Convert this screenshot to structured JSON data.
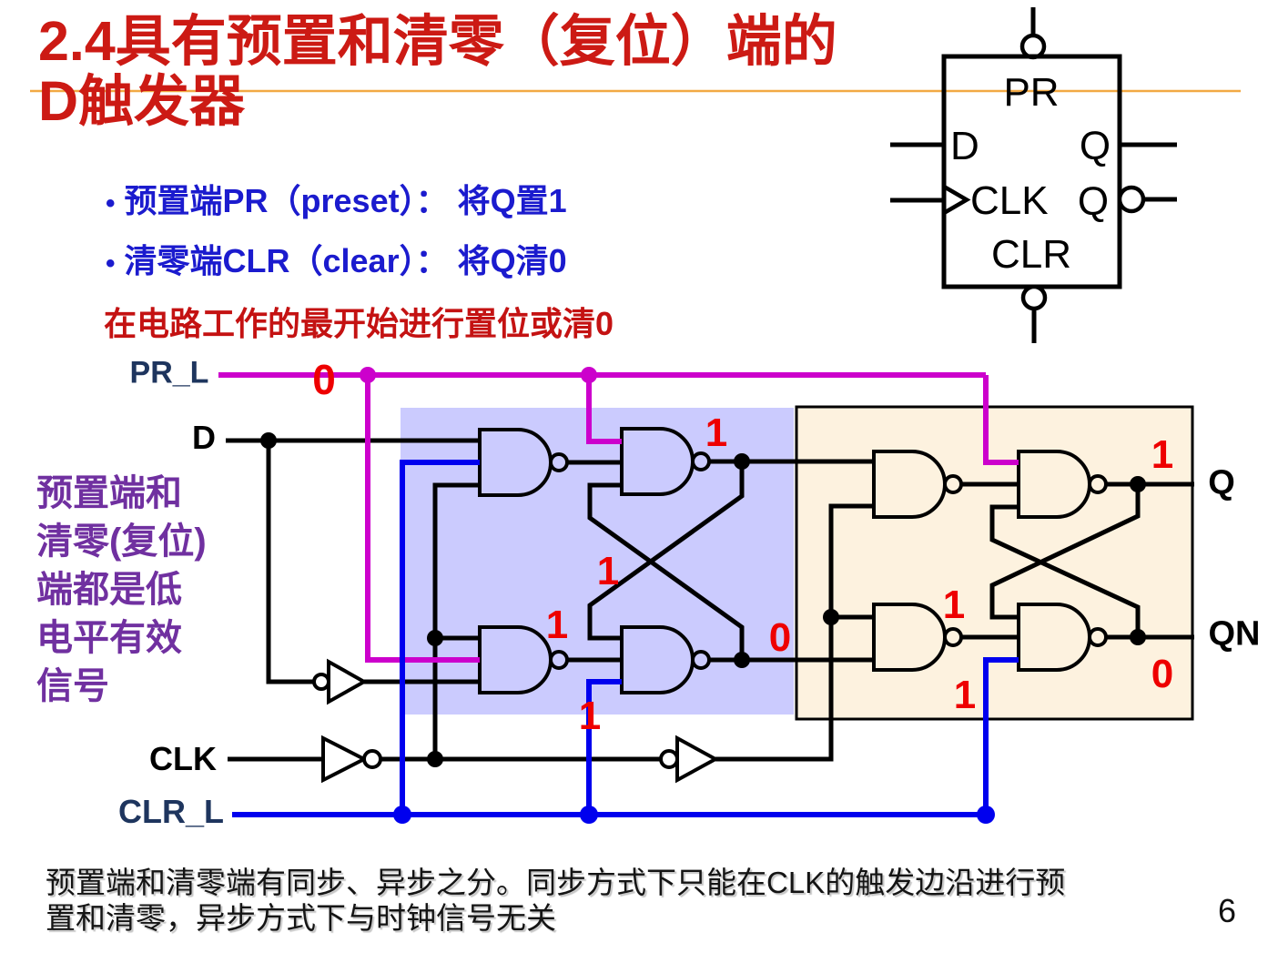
{
  "page_number": "6",
  "colors": {
    "title_red": "#CC1A14",
    "body_blue": "#1B1BCE",
    "note_red": "#C41212",
    "annotation_red": "#EE0000",
    "wire_magenta": "#CC00CC",
    "wire_blue": "#0000EE",
    "label_navy": "#1E355E",
    "purple_text": "#7030A0",
    "master_box_fill": "#CBCBFE",
    "slave_box_fill": "#FDF2DF",
    "orange_line": "#F2A944"
  },
  "title": {
    "line1": "2.4具有预置和清零（复位）端的",
    "line2": "D触发器"
  },
  "bullets": [
    {
      "marker": "•",
      "text": "预置端PR（preset）： 将Q置1"
    },
    {
      "marker": "•",
      "text": "清零端CLR（clear）： 将Q清0"
    }
  ],
  "red_note": {
    "text": "在电路工作的最开始进行置位或清0"
  },
  "purple_note": {
    "lines": [
      "预置端和",
      "清零(复位)",
      "端都是低",
      "电平有效",
      "信号"
    ]
  },
  "ff_symbol": {
    "pr": "PR",
    "d": "D",
    "q": "Q",
    "clk": "CLK",
    "qbar": "Q",
    "clr": "CLR"
  },
  "circuit": {
    "labels": {
      "pr_l": "PR_L",
      "d": "D",
      "clk": "CLK",
      "clr_l": "CLR_L",
      "q": "Q",
      "qn": "QN"
    },
    "annotations": [
      {
        "text": "0"
      },
      {
        "text": "1"
      },
      {
        "text": "1"
      },
      {
        "text": "1"
      },
      {
        "text": "0"
      },
      {
        "text": "1"
      },
      {
        "text": "1"
      },
      {
        "text": "0"
      },
      {
        "text": "1"
      },
      {
        "text": "1"
      }
    ]
  },
  "footer": {
    "line1": "预置端和清零端有同步、异步之分。同步方式下只能在CLK的触发边沿进行预",
    "line2": "置和清零，异步方式下与时钟信号无关"
  }
}
